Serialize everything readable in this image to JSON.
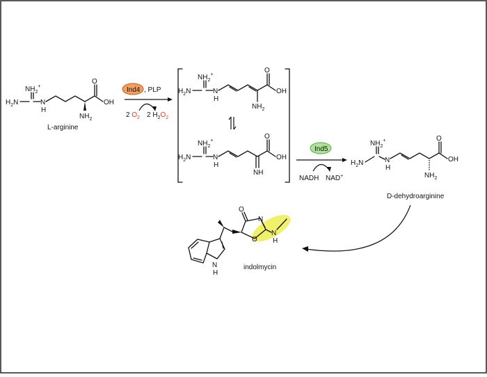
{
  "colors": {
    "frame": "#222222",
    "ind4_fill": "#f0a060",
    "ind4_stroke": "#c85a10",
    "ind5_fill": "#aee39a",
    "ind5_stroke": "#5aa640",
    "oxygen_red": "#e8401c",
    "highlight_yellow": "#f1f06a"
  },
  "labels": {
    "l_arginine": "L-arginine",
    "d_dehydroarginine": "D-dehydroarginine",
    "indolmycin": "indolmycin",
    "ind4": "Ind4",
    "plp": ", PLP",
    "ind5": "Ind5",
    "nadh": "NADH",
    "nad_plus": "NAD",
    "two_a": "2 ",
    "two_b": "2 H",
    "o2": "O",
    "h2o2_o": "O"
  },
  "atoms": {
    "nh2_plus": "NH",
    "h2n": "H",
    "n": "N",
    "h": "H",
    "oh": "OH",
    "o": "O",
    "nh2": "NH",
    "nh": "NH",
    "sub2": "2",
    "sup_plus": "+"
  }
}
